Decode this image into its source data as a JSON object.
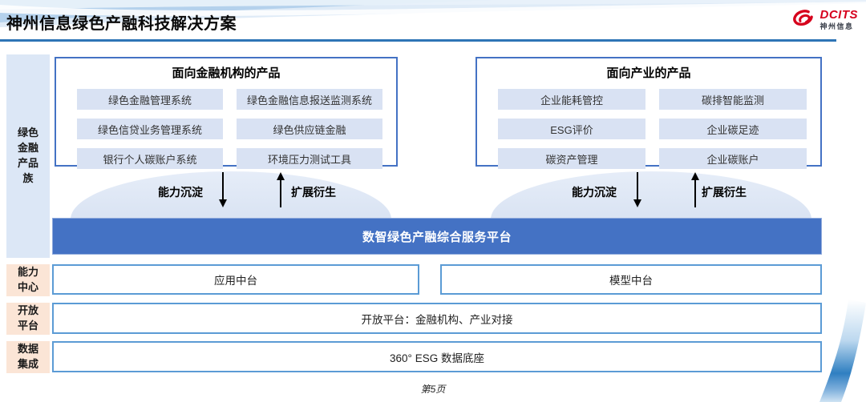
{
  "slide": {
    "title": "神州信息绿色产融科技解决方案",
    "page_number": "第5页"
  },
  "logo": {
    "brand": "DCITS",
    "brand_cn": "神州信息"
  },
  "sidebar": {
    "items": [
      {
        "label": "绿色金融产品族"
      },
      {
        "label": "能力中心"
      },
      {
        "label": "开放平台"
      },
      {
        "label": "数据集成"
      }
    ]
  },
  "panels": {
    "financial": {
      "title": "面向金融机构的产品",
      "items": [
        "绿色金融管理系统",
        "绿色金融信息报送监测系统",
        "绿色信贷业务管理系统",
        "绿色供应链金融",
        "银行个人碳账户系统",
        "环境压力测试工具"
      ]
    },
    "industry": {
      "title": "面向产业的产品",
      "items": [
        "企业能耗管控",
        "碳排智能监测",
        "ESG评价",
        "企业碳足迹",
        "碳资产管理",
        "企业碳账户"
      ]
    }
  },
  "flows": {
    "down_label": "能力沉淀",
    "up_label": "扩展衍生"
  },
  "platform": {
    "label": "数智绿色产融综合服务平台"
  },
  "capability_row": {
    "left": "应用中台",
    "right": "模型中台"
  },
  "open_platform_row": {
    "label": "开放平台：金融机构、产业对接"
  },
  "data_row": {
    "label": "360° ESG 数据底座"
  },
  "colors": {
    "accent_blue": "#4472c4",
    "border_blue": "#5b9bd5",
    "item_fill": "#d9e2f3",
    "sidebar_blue": "#dce7f6",
    "sidebar_peach": "#fbe5d6",
    "title_rule": "#2e75b6",
    "brand_red": "#d6001c"
  }
}
